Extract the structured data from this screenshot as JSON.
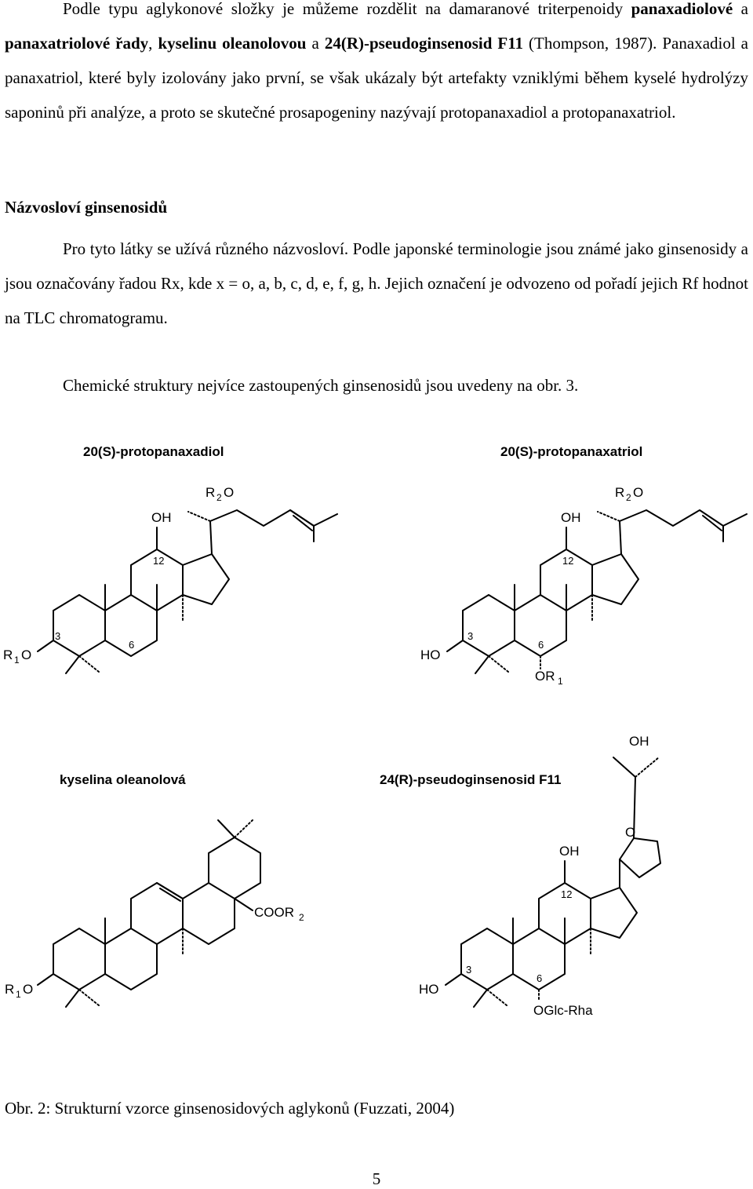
{
  "paragraph1": {
    "t1": "Podle typu aglykonové složky je můžeme rozdělit na damaranové triterpenoidy ",
    "b1": "panaxadiolové",
    "t2": " a ",
    "b2": "panaxatriolové řady",
    "t3": ", ",
    "b3": "kyselinu oleanolovou",
    "t4": " a ",
    "b4": "24(R)-pseudoginsenosid F11",
    "t5": " (Thompson, 1987). Panaxadiol a panaxatriol, které byly izolovány jako první, se však ukázaly být artefakty vzniklými během kyselé hydrolýzy saponinů při analýze, a proto se skutečné prosapogeniny nazývají protopanaxadiol a protopanaxatriol."
  },
  "heading": "Názvosloví ginsenosidů",
  "paragraph2": "Pro tyto látky se užívá různého názvosloví. Podle japonské terminologie jsou známé jako ginsenosidy a jsou označovány řadou Rx, kde x = o, a, b, c, d, e, f, g, h. Jejich označení je odvozeno od pořadí jejich Rf hodnot na TLC chromatogramu.",
  "paragraph3": "Chemické struktury nejvíce zastoupených ginsenosidů jsou uvedeny na obr. 3.",
  "figure": {
    "titles": {
      "ppd": "20(S)-protopanaxadiol",
      "ppt": "20(S)-protopanaxatriol",
      "oa": "kyselina oleanolová",
      "f11": "24(R)-pseudoginsenosid F11"
    },
    "ppd": {
      "oh": "OH",
      "r2": "R",
      "r2sub": "2",
      "o": "O",
      "n12": "12",
      "n3": "3",
      "n6": "6",
      "r1": "R",
      "r1sub": "1",
      "r1o": "O"
    },
    "ppt": {
      "oh": "OH",
      "r2": "R",
      "r2sub": "2",
      "o": "O",
      "n12": "12",
      "n3": "3",
      "n6": "6",
      "ho": "HO",
      "or1": "OR",
      "or1sub": "1"
    },
    "oa": {
      "coor": "COOR",
      "coorsub": "2",
      "r1": "R",
      "r1sub": "1",
      "r1o": "O"
    },
    "f11": {
      "oh_top": "OH",
      "o_ring": "O",
      "oh": "OH",
      "n12": "12",
      "n3": "3",
      "n6": "6",
      "ho": "HO",
      "oglc": "OGlc-Rha"
    }
  },
  "caption": "Obr. 2: Strukturní vzorce ginsenosidových aglykonů (Fuzzati, 2004)",
  "page_number": "5"
}
